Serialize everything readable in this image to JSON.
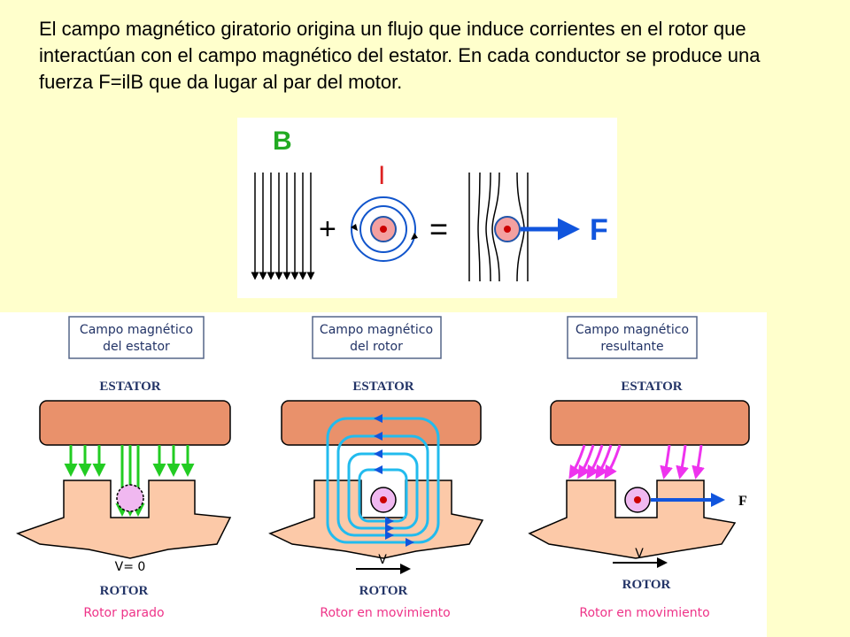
{
  "intro_text": "El campo magnético giratorio origina un flujo que induce corrientes en el rotor que interactúan con el campo magnético del estator. En cada conductor se produce una fuerza F=ilB que da lugar al par del motor.",
  "top_figure": {
    "b_label": "B",
    "i_label": "I",
    "plus": "+",
    "equals": "=",
    "f_label": "F"
  },
  "panels": [
    {
      "box_line1": "Campo magnético",
      "box_line2": "del estator",
      "stator": "ESTATOR",
      "velocity": "V= 0",
      "rotor": "ROTOR",
      "caption": "Rotor parado"
    },
    {
      "box_line1": "Campo magnético",
      "box_line2": "del rotor",
      "stator": "ESTATOR",
      "velocity": "V",
      "rotor": "ROTOR",
      "caption": "Rotor en movimiento"
    },
    {
      "box_line1": "Campo magnético",
      "box_line2": "resultante",
      "stator": "ESTATOR",
      "velocity": "V",
      "rotor": "ROTOR",
      "caption": "Rotor en movimiento",
      "force": "F"
    }
  ],
  "colors": {
    "background": "#ffffcc",
    "stator_fill": "#e9916b",
    "rotor_fill": "#fcc9a8",
    "field_green": "#22cc22",
    "field_cyan": "#22bbee",
    "field_magenta": "#ee33ee",
    "force_blue": "#1155dd",
    "caption_pink": "#ee3388",
    "label_navy": "#223366"
  }
}
